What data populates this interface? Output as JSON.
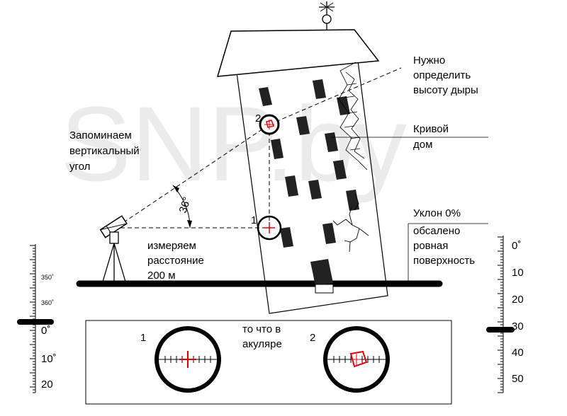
{
  "watermark": "SNP.by",
  "labels": {
    "target": [
      "Нужно",
      "определить",
      "высоту дыры"
    ],
    "house": [
      "Кривой",
      "дом"
    ],
    "remember": [
      "Запоминаем",
      "вертикальный",
      "угол"
    ],
    "angle": "36°",
    "measure": [
      "измеряем",
      "расстояние",
      "200 м"
    ],
    "slope": "Уклон 0%",
    "surface": [
      "обсалено",
      "ровная",
      "поверхность"
    ],
    "point1": "1",
    "point2": "2",
    "eyepiece_title": [
      "то что в",
      "акуляре"
    ],
    "eyepiece_1": "1",
    "eyepiece_2": "2"
  },
  "left_scale": [
    "350˚",
    "360˚",
    "0˚",
    "10˚",
    "20"
  ],
  "right_scale": [
    "0˚",
    "10",
    "20",
    "30",
    "40",
    "50"
  ],
  "colors": {
    "line": "#000000",
    "accent": "#e0000a",
    "watermark": "#ebebeb"
  }
}
